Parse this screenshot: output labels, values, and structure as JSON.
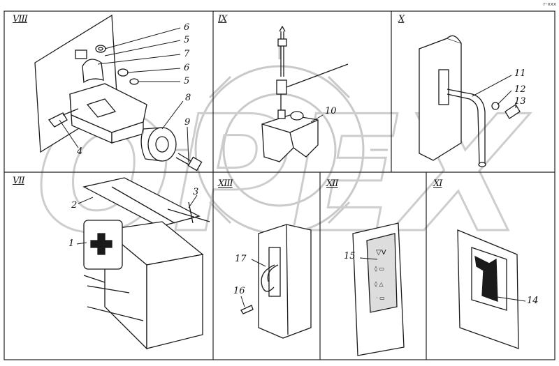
{
  "panels": {
    "p1": {
      "roman": "VIII"
    },
    "p2": {
      "roman": "IX"
    },
    "p3": {
      "roman": "X"
    },
    "p4": {
      "roman": "VII"
    },
    "p5": {
      "roman": "XIII"
    },
    "p6": {
      "roman": "XII"
    },
    "p7": {
      "roman": "XI"
    }
  },
  "callouts": {
    "c1": "1",
    "c2": "2",
    "c3": "3",
    "c4": "4",
    "c5a": "5",
    "c5b": "5",
    "c6a": "6",
    "c6b": "6",
    "c7": "7",
    "c8": "8",
    "c9": "9",
    "c10": "10",
    "c11": "11",
    "c12": "12",
    "c13": "13",
    "c14": "14",
    "c15": "15",
    "c16": "16",
    "c17": "17"
  },
  "watermark": {
    "text": "OPEX"
  },
  "corner_mark": "г-ххх",
  "colors": {
    "line": "#1a1a1a",
    "watermark": "#c8c8c8",
    "background": "#ffffff"
  }
}
